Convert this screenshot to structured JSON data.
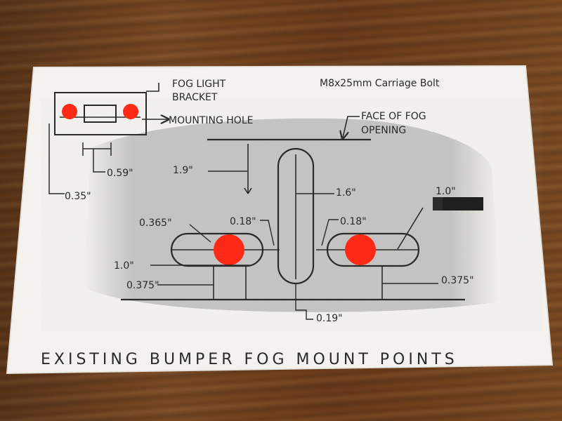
{
  "title": "EXISTING BUMPER FOG MOUNT POINTS",
  "labels": {
    "bolt_spec": "M8x25mm Carriage Bolt",
    "fog_light_bracket_1": "FOG LIGHT",
    "fog_light_bracket_2": "BRACKET",
    "mounting_hole": "MOUNTING HOLE",
    "face_fog_1": "FACE OF FOG",
    "face_fog_2": "OPENING",
    "dim_059": "0.59\"",
    "dim_035": "0.35\"",
    "dim_19": "1.9\"",
    "dim_16": "1.6\"",
    "dim_10_top": "1.0\"",
    "dim_0365": "0.365\"",
    "dim_018_left": "0.18\"",
    "dim_018_right": "0.18\"",
    "dim_10_left": "1.0\"",
    "dim_0375_left": "0.375\"",
    "dim_0375_right": "0.375\"",
    "dim_019": "0.19\""
  },
  "colors": {
    "paper": "#f3f2ee",
    "ink": "#2a2a2a",
    "dot": "#ff2a16",
    "pencil_shade": "#8b8b8b"
  }
}
